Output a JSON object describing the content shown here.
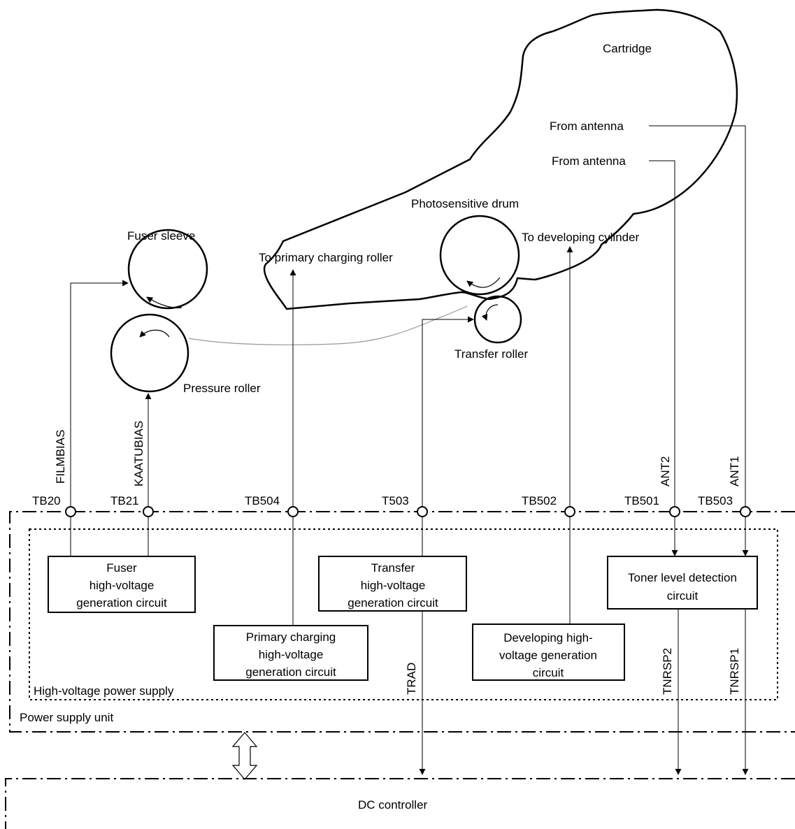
{
  "components": {
    "cartridge": "Cartridge",
    "from_antenna_1": "From antenna",
    "from_antenna_2": "From antenna",
    "photosensitive_drum": "Photosensitive drum",
    "to_developing_cylinder": "To developing cylinder",
    "to_primary_charging_roller": "To primary charging roller",
    "fuser_sleeve": "Fuser sleeve",
    "transfer_roller": "Transfer roller",
    "pressure_roller": "Pressure roller"
  },
  "signals": {
    "filmbias": "FILMBIAS",
    "kaatubias": "KAATUBIAS",
    "ant2": "ANT2",
    "ant1": "ANT1",
    "trad": "TRAD",
    "tnrsp2": "TNRSP2",
    "tnrsp1": "TNRSP1"
  },
  "terminals": {
    "tb20": "TB20",
    "tb21": "TB21",
    "tb504": "TB504",
    "t503": "T503",
    "tb502": "TB502",
    "tb501": "TB501",
    "tb503": "TB503"
  },
  "circuits": {
    "fuser": [
      "Fuser",
      "high-voltage",
      "generation circuit"
    ],
    "transfer": [
      "Transfer",
      "high-voltage",
      "generation circuit"
    ],
    "toner_level": [
      "Toner level detection",
      "circuit"
    ],
    "primary_charging": [
      "Primary charging",
      "high-voltage",
      "generation circuit"
    ],
    "developing": [
      "Developing high-",
      "voltage generation",
      "circuit"
    ]
  },
  "regions": {
    "high_voltage_power_supply": "High-voltage power supply",
    "power_supply_unit": "Power supply unit",
    "dc_controller": "DC controller"
  }
}
